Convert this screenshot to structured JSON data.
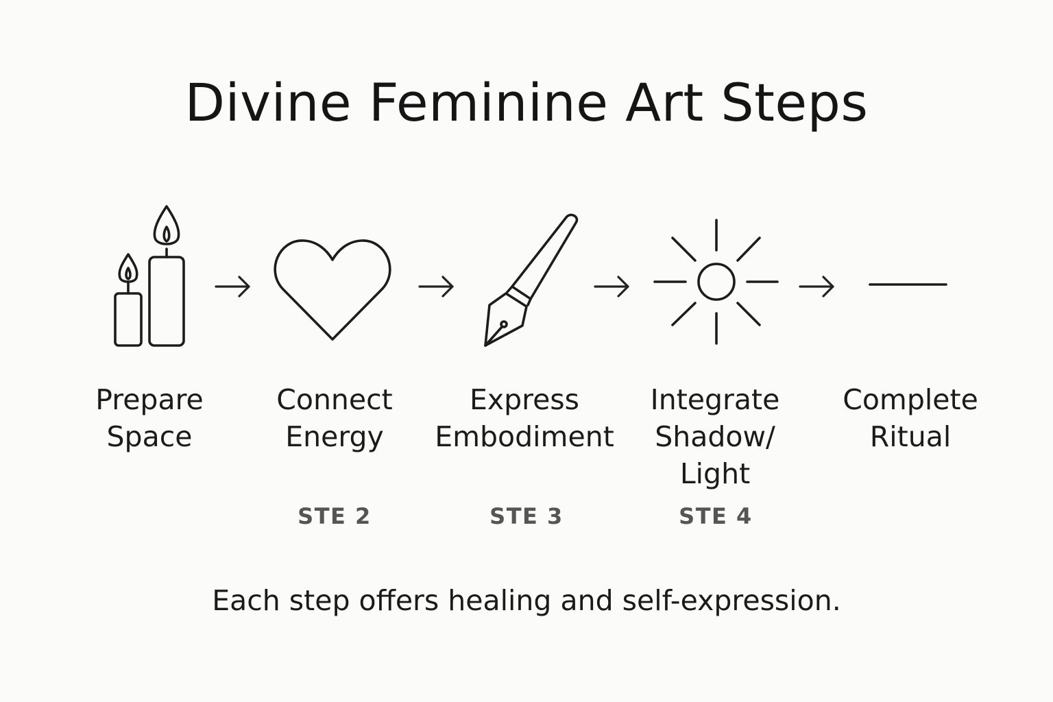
{
  "title": "Divine Feminine Art Steps",
  "steps": [
    {
      "label": "Prepare\nSpace",
      "icon": "candles-icon",
      "number": ""
    },
    {
      "label": "Connect\nEnergy",
      "icon": "heart-icon",
      "number": "STE 2"
    },
    {
      "label": "Express\nEmbodiment",
      "icon": "pen-nib-icon",
      "number": "STE 3"
    },
    {
      "label": "Integrate\nShadow/\nLight",
      "icon": "sun-icon",
      "number": "STE 4"
    },
    {
      "label": "Complete\nRitual",
      "icon": "line-icon",
      "number": ""
    }
  ],
  "footer": "Each step offers healing and self-expression.",
  "colors": {
    "ink": "#1a1a1a",
    "step_number": "#555555",
    "background": "#fbfbf9"
  }
}
